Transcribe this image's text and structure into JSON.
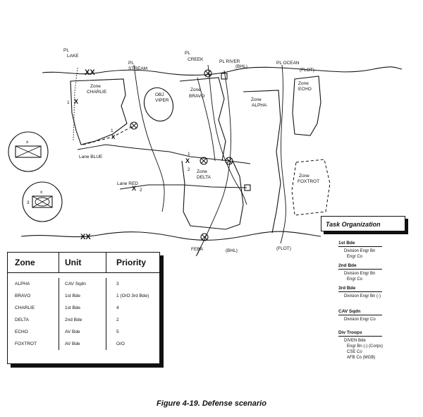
{
  "map": {
    "phase_lines": [
      "PL",
      "LAKE",
      "PL",
      "STREAM",
      "PL",
      "CREEK",
      "PL RIVER",
      "(BHL)",
      "PL OCEAN",
      "(FLOT)"
    ],
    "zones": {
      "charlie": [
        "Zone",
        "CHARLIE"
      ],
      "bravo": [
        "Zone",
        "BRAVO"
      ],
      "alpha": [
        "Zone",
        "ALPHA"
      ],
      "echo": [
        "Zone",
        "ECHO"
      ],
      "delta": [
        "Zone",
        "DELTA"
      ],
      "foxtrot": [
        "Zone",
        "FOXTROT"
      ],
      "objective": [
        "OBJ",
        "VIPER"
      ]
    },
    "lanes": {
      "blue": "Lane BLUE",
      "red": "Lane RED"
    },
    "markers": {
      "x1a": "1",
      "x1b": "1",
      "x1c": "1",
      "x2a": "2",
      "x2b": "2",
      "x3": "3"
    },
    "bottom_labels": {
      "feba": "FEBA",
      "bhl": "(BHL)",
      "flot": "(FLOT)"
    },
    "small_x": "x",
    "xx": "XX"
  },
  "priority_table": {
    "headers": [
      "Zone",
      "Unit",
      "Priority"
    ],
    "rows": [
      [
        "ALPHA",
        "CAV Sqdn",
        "3"
      ],
      [
        "BRAVO",
        "1st Bde",
        "1  (O/O 3rd Bde)"
      ],
      [
        "CHARLIE",
        "1st Bde",
        "4"
      ],
      [
        "DELTA",
        "2nd Bde",
        "2"
      ],
      [
        "ECHO",
        "AV Bde",
        "5"
      ],
      [
        "FOXTROT",
        "AV Bde",
        "O/O"
      ]
    ]
  },
  "task_organization": {
    "title": "Task Organization",
    "groups": [
      {
        "name": "1st Bde",
        "items": [
          "Division Engr Bn",
          "Engr Co"
        ]
      },
      {
        "name": "2nd Bde",
        "items": [
          "Division Engr Bn",
          "Engr Co"
        ]
      },
      {
        "name": "3rd Bde",
        "items": [
          "Division Engr Bn (-)"
        ]
      },
      {
        "name": "CAV Sqdn",
        "items": [
          "Division Engr Co"
        ]
      },
      {
        "name": "Div Troops",
        "items": [
          "DIVEN Bde",
          "Engr Bn (-) (Corps)",
          "CSE Co",
          "AFB Co (MGB)"
        ]
      }
    ]
  },
  "caption": "Figure 4-19.  Defense scenario"
}
